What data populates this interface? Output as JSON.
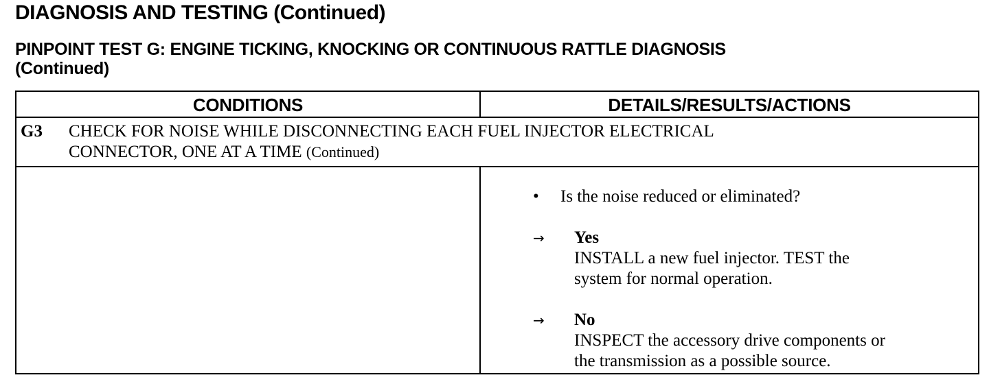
{
  "section_title": "DIAGNOSIS AND TESTING (Continued)",
  "test_title": {
    "line1": "PINPOINT TEST G:  ENGINE TICKING, KNOCKING OR CONTINUOUS RATTLE DIAGNOSIS",
    "line2": "(Continued)"
  },
  "table": {
    "headers": {
      "conditions": "CONDITIONS",
      "details": "DETAILS/RESULTS/ACTIONS"
    },
    "step": {
      "id": "G3",
      "line1": "CHECK FOR NOISE WHILE DISCONNECTING EACH FUEL INJECTOR ELECTRICAL",
      "line2_main": "CONNECTOR, ONE AT A TIME ",
      "line2_cont": "(Continued)"
    },
    "question": {
      "bullet": "•",
      "text": "Is the noise reduced or eliminated?"
    },
    "answers": [
      {
        "arrow": "→",
        "label": "Yes",
        "line1": "INSTALL a new fuel injector. TEST the",
        "line2": "system for normal operation."
      },
      {
        "arrow": "→",
        "label": "No",
        "line1": "INSPECT the accessory drive components or",
        "line2": "the transmission as a possible source."
      }
    ]
  }
}
